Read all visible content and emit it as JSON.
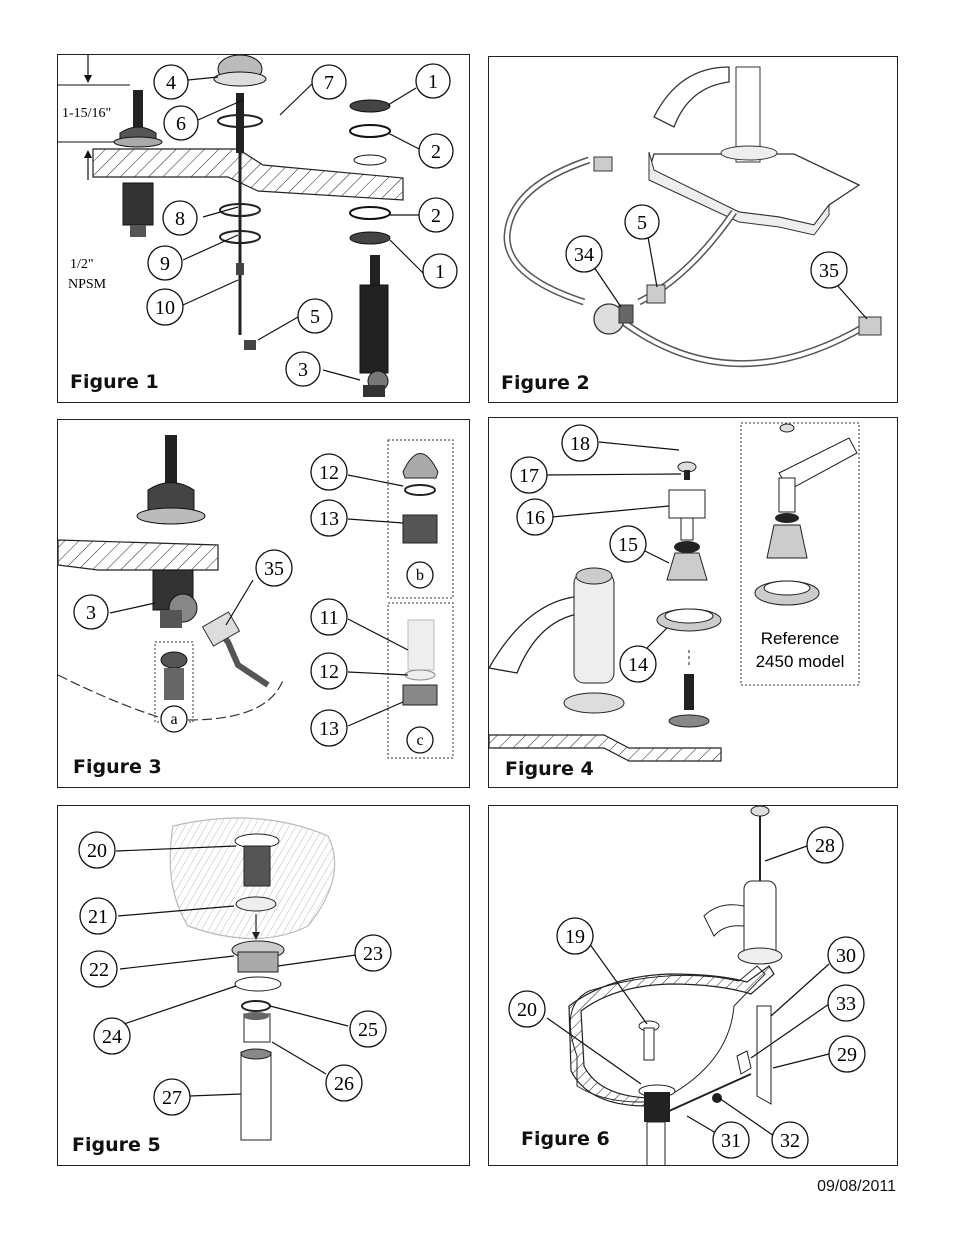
{
  "figures": {
    "fig1": {
      "title": "Figure 1",
      "dimension": "1-15/16\"",
      "thread_line1": "1/2\"",
      "thread_line2": "NPSM",
      "callouts": [
        "4",
        "7",
        "1",
        "6",
        "2",
        "8",
        "2",
        "9",
        "1",
        "10",
        "5",
        "3"
      ]
    },
    "fig2": {
      "title": "Figure 2",
      "callouts": [
        "5",
        "34",
        "35"
      ]
    },
    "fig3": {
      "title": "Figure 3",
      "callouts": [
        "35",
        "3",
        "12",
        "13",
        "11",
        "12",
        "13"
      ],
      "sub_labels": [
        "a",
        "b",
        "c"
      ]
    },
    "fig4": {
      "title": "Figure 4",
      "callouts": [
        "18",
        "17",
        "16",
        "15",
        "14"
      ],
      "reference_line1": "Reference",
      "reference_line2": "2450 model"
    },
    "fig5": {
      "title": "Figure 5",
      "callouts": [
        "20",
        "21",
        "22",
        "23",
        "24",
        "25",
        "26",
        "27"
      ]
    },
    "fig6": {
      "title": "Figure 6",
      "callouts": [
        "28",
        "19",
        "30",
        "20",
        "33",
        "29",
        "31",
        "32"
      ]
    }
  },
  "footer": {
    "date": "09/08/2011"
  }
}
